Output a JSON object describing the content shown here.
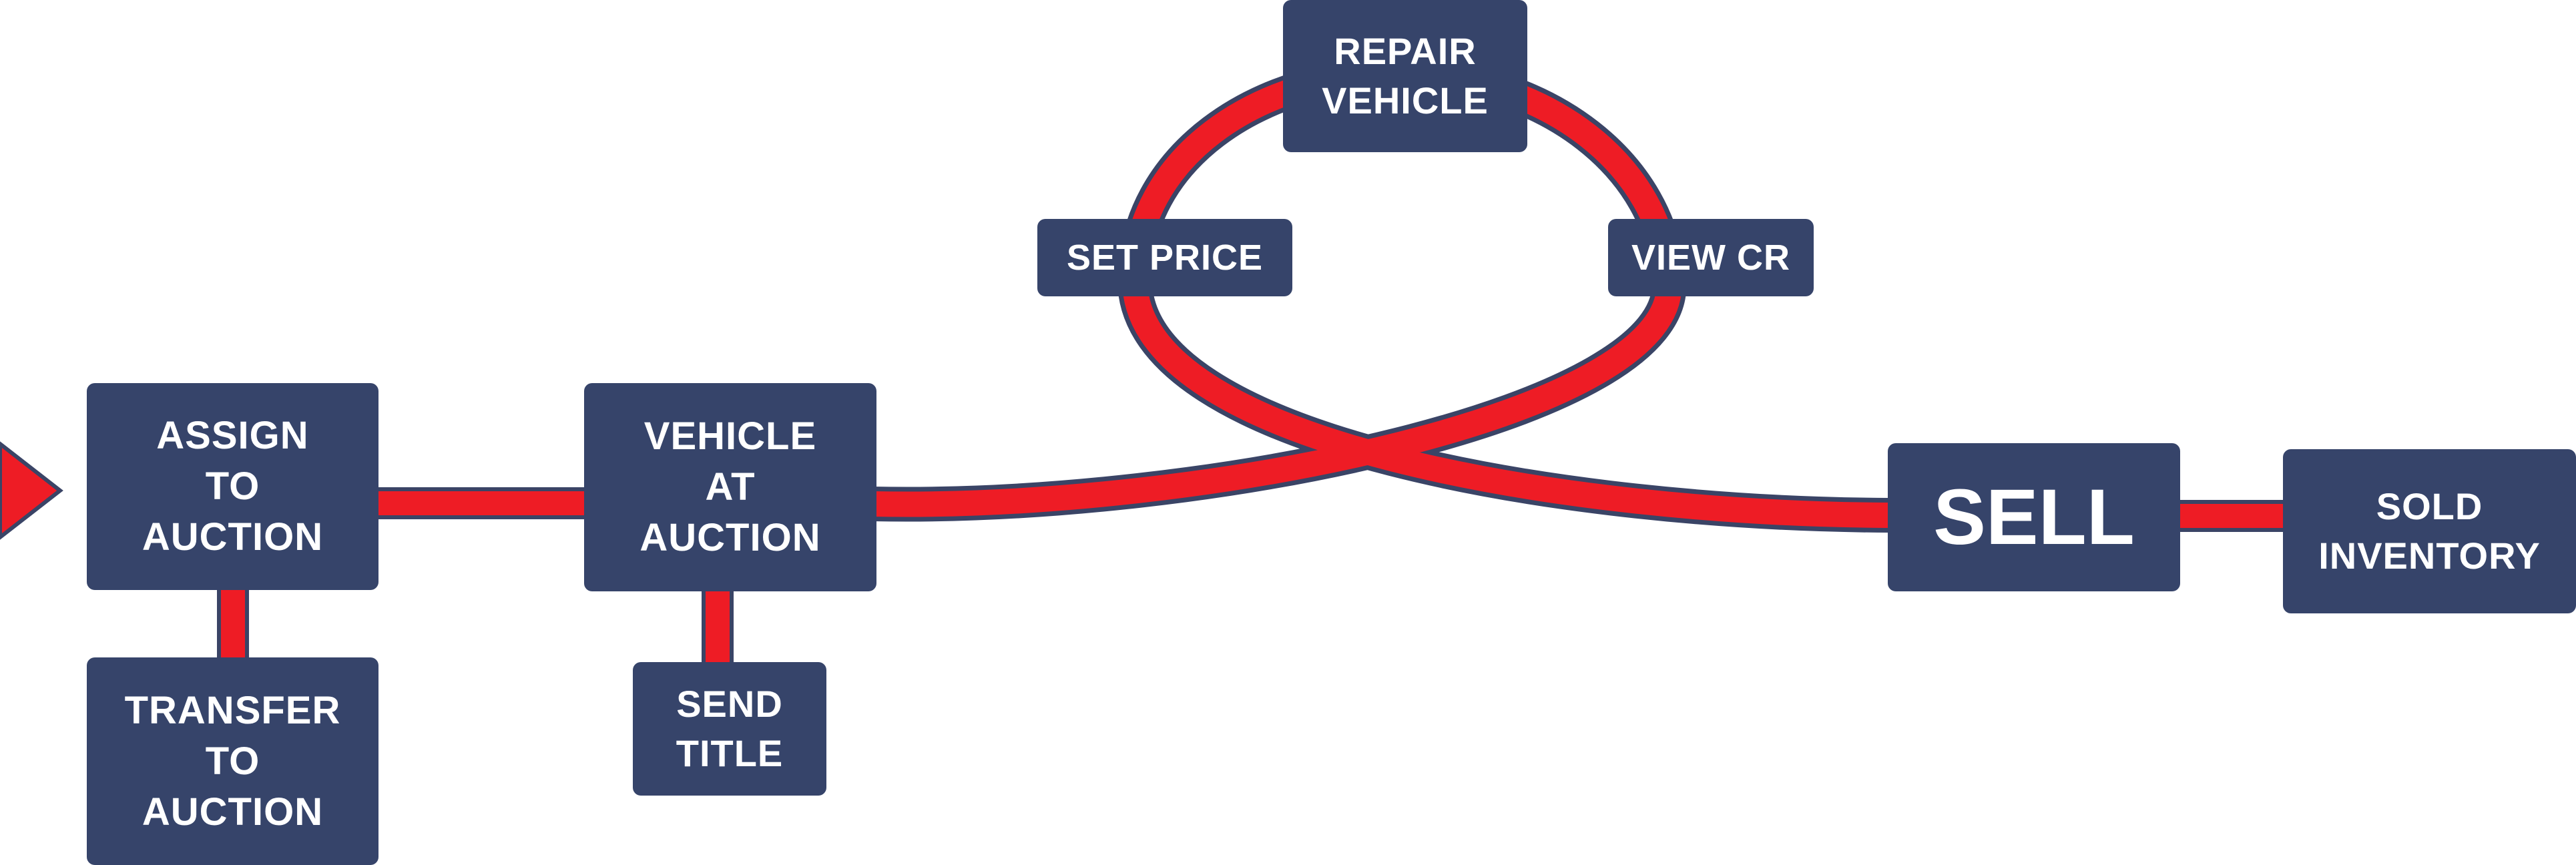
{
  "diagram": {
    "nodes": {
      "assign_to_auction": {
        "label": "ASSIGN\nTO\nAUCTION"
      },
      "transfer_to_auction": {
        "label": "TRANSFER\nTO\nAUCTION"
      },
      "vehicle_at_auction": {
        "label": "VEHICLE\nAT\nAUCTION"
      },
      "send_title": {
        "label": "SEND\nTITLE"
      },
      "repair_vehicle": {
        "label": "REPAIR\nVEHICLE"
      },
      "set_price": {
        "label": "SET PRICE"
      },
      "view_cr": {
        "label": "VIEW CR"
      },
      "sell": {
        "label": "SELL"
      },
      "sold_inventory": {
        "label": "SOLD\nINVENTORY"
      }
    },
    "colors": {
      "node_fill": "#36446a",
      "node_text": "#ffffff",
      "pipe_fill": "#ee1c25",
      "pipe_border": "#3a4466",
      "start_arrow": "#ee1c25"
    },
    "icons": {
      "start": "start-arrow-icon"
    }
  }
}
